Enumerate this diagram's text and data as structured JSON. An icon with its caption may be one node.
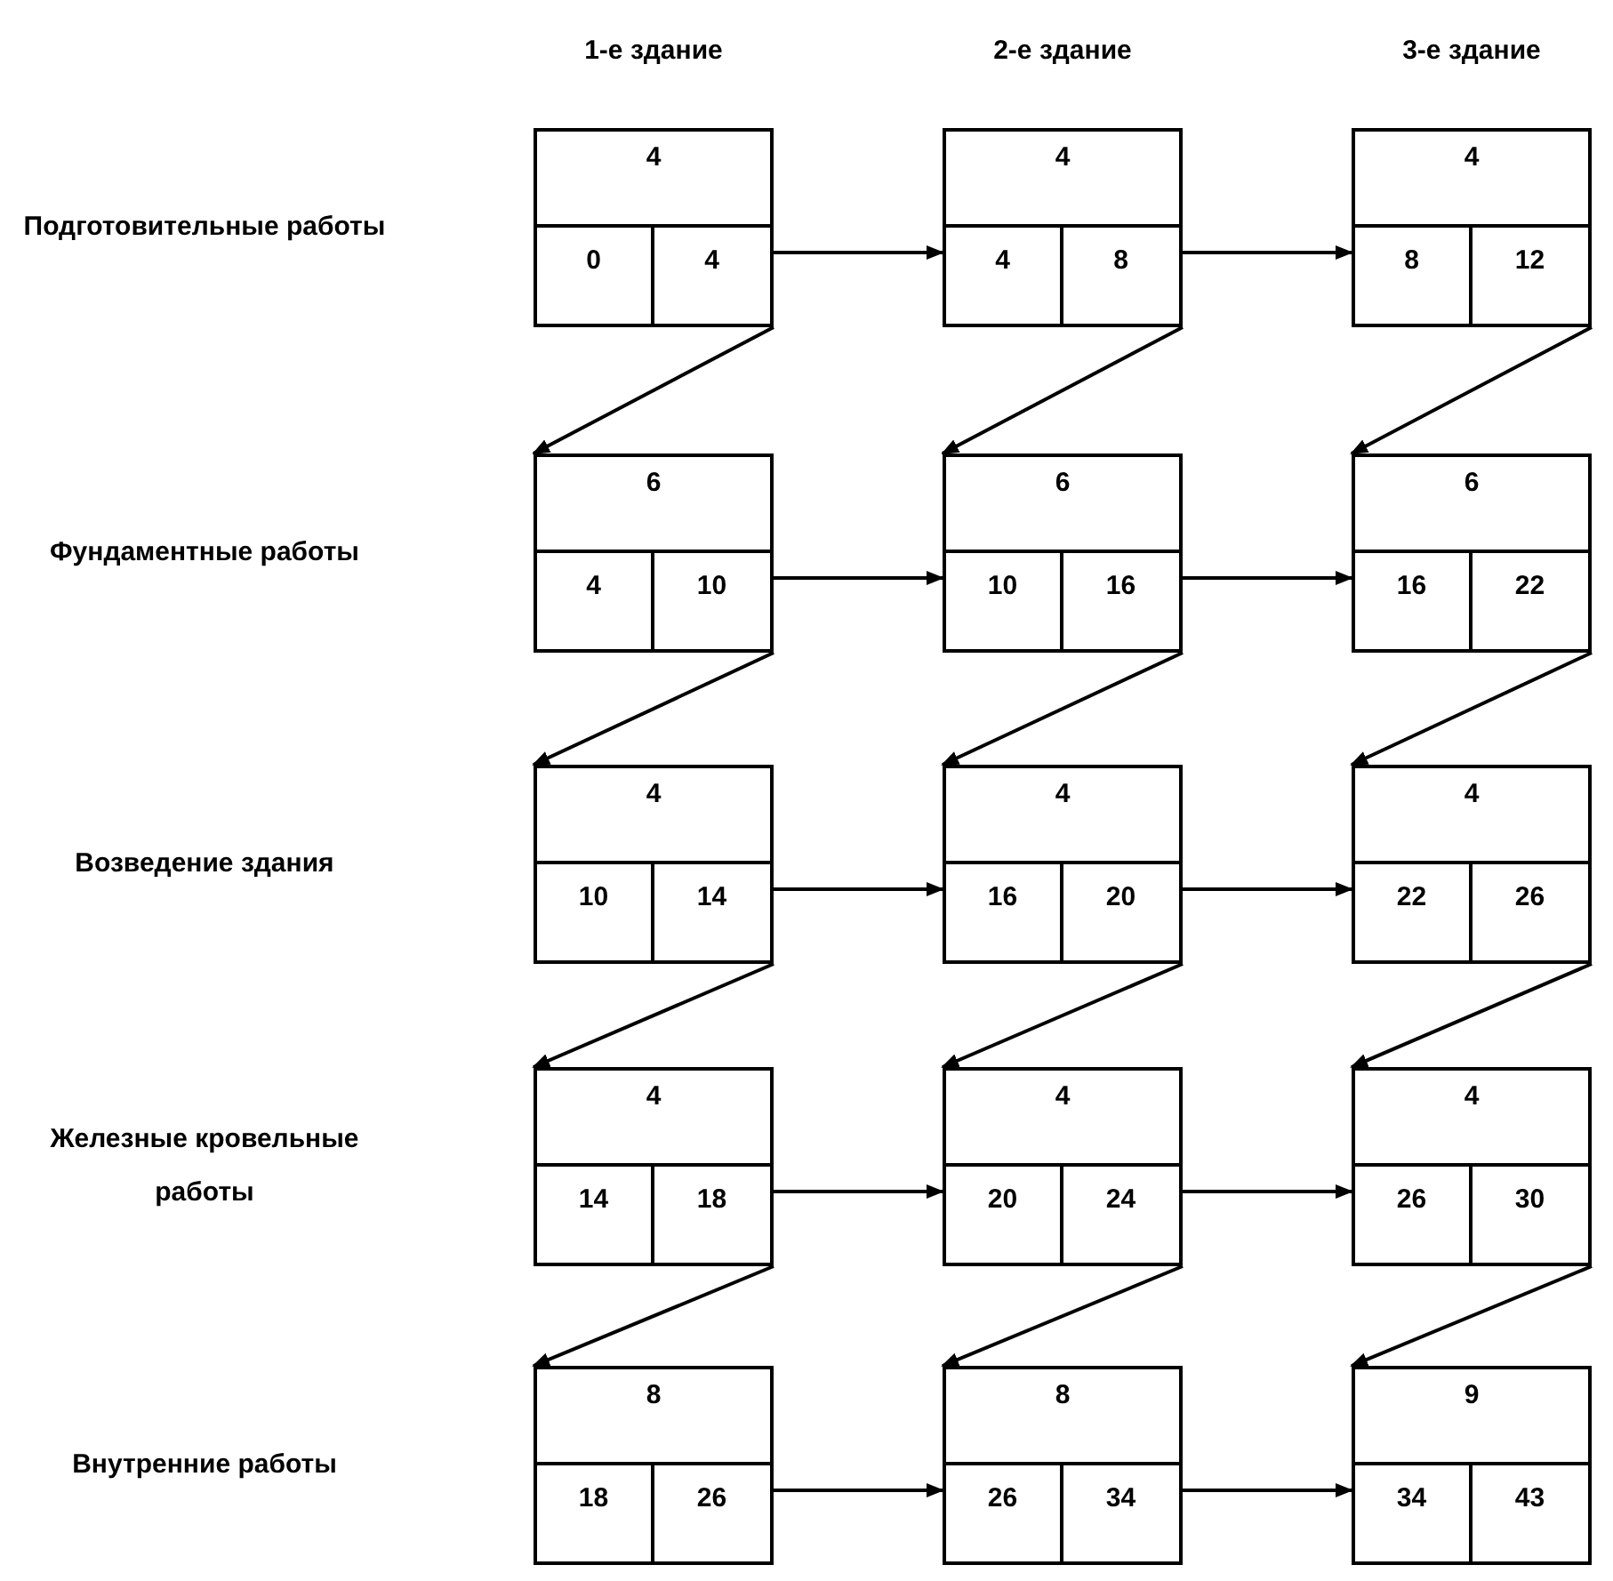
{
  "diagram": {
    "nodes": [
      {
        "text": [
          "4",
          "0",
          "4"
        ]
      },
      {
        "text": [
          "4",
          "4",
          "8"
        ]
      },
      {
        "text": [
          "4",
          "8",
          "12"
        ]
      },
      {
        "text": [
          "6",
          "4",
          "10"
        ]
      },
      {
        "text": [
          "6",
          "10",
          "16"
        ]
      },
      {
        "text": [
          "6",
          "16",
          "22"
        ]
      },
      {
        "text": [
          "4",
          "10",
          "14"
        ]
      },
      {
        "text": [
          "4",
          "16",
          "20"
        ]
      },
      {
        "text": [
          "4",
          "22",
          "26"
        ]
      },
      {
        "text": [
          "4",
          "14",
          "18"
        ]
      },
      {
        "text": [
          "4",
          "20",
          "24"
        ]
      },
      {
        "text": [
          "4",
          "26",
          "30"
        ]
      },
      {
        "text": [
          "8",
          "18",
          "26"
        ]
      },
      {
        "text": [
          "8",
          "26",
          "34"
        ]
      },
      {
        "text": [
          "9",
          "34",
          "43"
        ]
      }
    ],
    "edges": [
      {
        "from": 0,
        "to": 1,
        "arrow": "to"
      },
      {
        "from": 1,
        "to": 2,
        "arrow": "to"
      },
      {
        "from": 0,
        "to": 3,
        "arrow": "to"
      },
      {
        "from": 1,
        "to": 4,
        "arrow": "to"
      },
      {
        "from": 2,
        "to": 5,
        "arrow": "to"
      },
      {
        "from": 3,
        "to": 4,
        "arrow": "to"
      },
      {
        "from": 4,
        "to": 5,
        "arrow": "to"
      },
      {
        "from": 3,
        "to": 6,
        "arrow": "to"
      },
      {
        "from": 4,
        "to": 7,
        "arrow": "to"
      },
      {
        "from": 5,
        "to": 8,
        "arrow": "to"
      },
      {
        "from": 6,
        "to": 7,
        "arrow": "to"
      },
      {
        "from": 7,
        "to": 8,
        "arrow": "to"
      },
      {
        "from": 6,
        "to": 9,
        "arrow": "to"
      },
      {
        "from": 7,
        "to": 10,
        "arrow": "to"
      },
      {
        "from": 8,
        "to": 11,
        "arrow": "to"
      },
      {
        "from": 9,
        "to": 10,
        "arrow": "to"
      },
      {
        "from": 10,
        "to": 11,
        "arrow": "to"
      },
      {
        "from": 9,
        "to": 12,
        "arrow": "to"
      },
      {
        "from": 10,
        "to": 13,
        "arrow": "to"
      },
      {
        "from": 11,
        "to": 14,
        "arrow": "to"
      },
      {
        "from": 12,
        "to": 13,
        "arrow": "to"
      },
      {
        "from": 13,
        "to": 14,
        "arrow": "to"
      }
    ],
    "labels": [
      "1-е здание",
      "2-е здание",
      "3-е здание",
      "Подготовительные работы",
      "Фундаментные работы",
      "Возведение здания",
      "Железные кровельные работы",
      "Внутренние работы"
    ]
  }
}
